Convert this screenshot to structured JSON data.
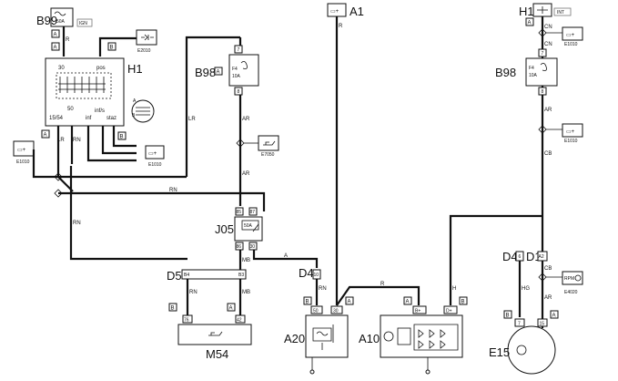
{
  "components": {
    "b99": "B99",
    "h1_left": "H1",
    "b98_left": "B98",
    "a1": "A1",
    "h1_right": "H1",
    "b98_right": "B98",
    "j05": "J05",
    "d5": "D5",
    "d4_mid": "D4",
    "d4_right": "D4",
    "d1": "D1",
    "m54": "M54",
    "a20": "A20",
    "a10": "A10",
    "e15": "E15"
  },
  "references": {
    "e2010": "E2010",
    "e1010_left": "E1010",
    "e1010_mid": "E1010",
    "e7050": "E7050",
    "e1010_right_top": "E1010",
    "e1010_right_mid": "E1010",
    "e4020": "E4020"
  },
  "wire_codes": {
    "r_b99": "R",
    "lr": "LR",
    "rn_h1": "RN",
    "lr_j": "LR",
    "rn_j": "RN",
    "rn_left_down": "RN",
    "rn_horizontal": "RN",
    "ar_b98_1": "AR",
    "ar_b98_2": "AR",
    "mb_left": "MB",
    "mb_right": "MB",
    "a_j05": "A",
    "rn_d4": "RN",
    "rn_d5": "RN",
    "r_a1": "R",
    "r_a10": "R",
    "h_a10": "H",
    "cn_1": "CN",
    "cn_2": "CN",
    "ar_r1": "AR",
    "cb_1": "CB",
    "cb_2": "CB",
    "hg": "HG",
    "ar_r2": "AR"
  },
  "connector_letters": {
    "a": "A",
    "b": "B",
    "ign": "IGN",
    "int": "INT"
  },
  "fuses": {
    "b99": "50A",
    "b98_left_name": "F4",
    "b98_left_rating": "10A",
    "b98_right_name": "F4",
    "b98_right_rating": "10A",
    "j05": "50A"
  },
  "pins": {
    "h1_30": "30",
    "h1_pos": "pos",
    "h1_50": "50",
    "h1_1554": "15/54",
    "h1_inf": "inf",
    "h1_infs": "inf/s",
    "h1_staz": "staz",
    "b98l_7": "7",
    "b98l_8": "8",
    "j05_85": "85",
    "j05_87": "87",
    "j05_86": "86",
    "j05_30": "30",
    "d5_b4": "B4",
    "d5_b3": "B3",
    "m54_76": "76",
    "m54_42": "42",
    "d4_10": "10",
    "a20_50": "50",
    "a20_30": "30",
    "a10_bplus": "B+",
    "a10_dplus": "D+",
    "b98r_7": "7",
    "b98r_8": "8",
    "d4_6": "6",
    "d1_a2": "A2",
    "e15_7": "7",
    "e15_15": "15"
  },
  "colors": {
    "ink": "#111111",
    "paper": "#ffffff"
  },
  "icons": [
    "battery-positive-icon",
    "headlamp-icon",
    "ground-icon",
    "starter-motor-icon",
    "alternator-bridge-icon",
    "oil-can-icon",
    "fuse-icon"
  ]
}
